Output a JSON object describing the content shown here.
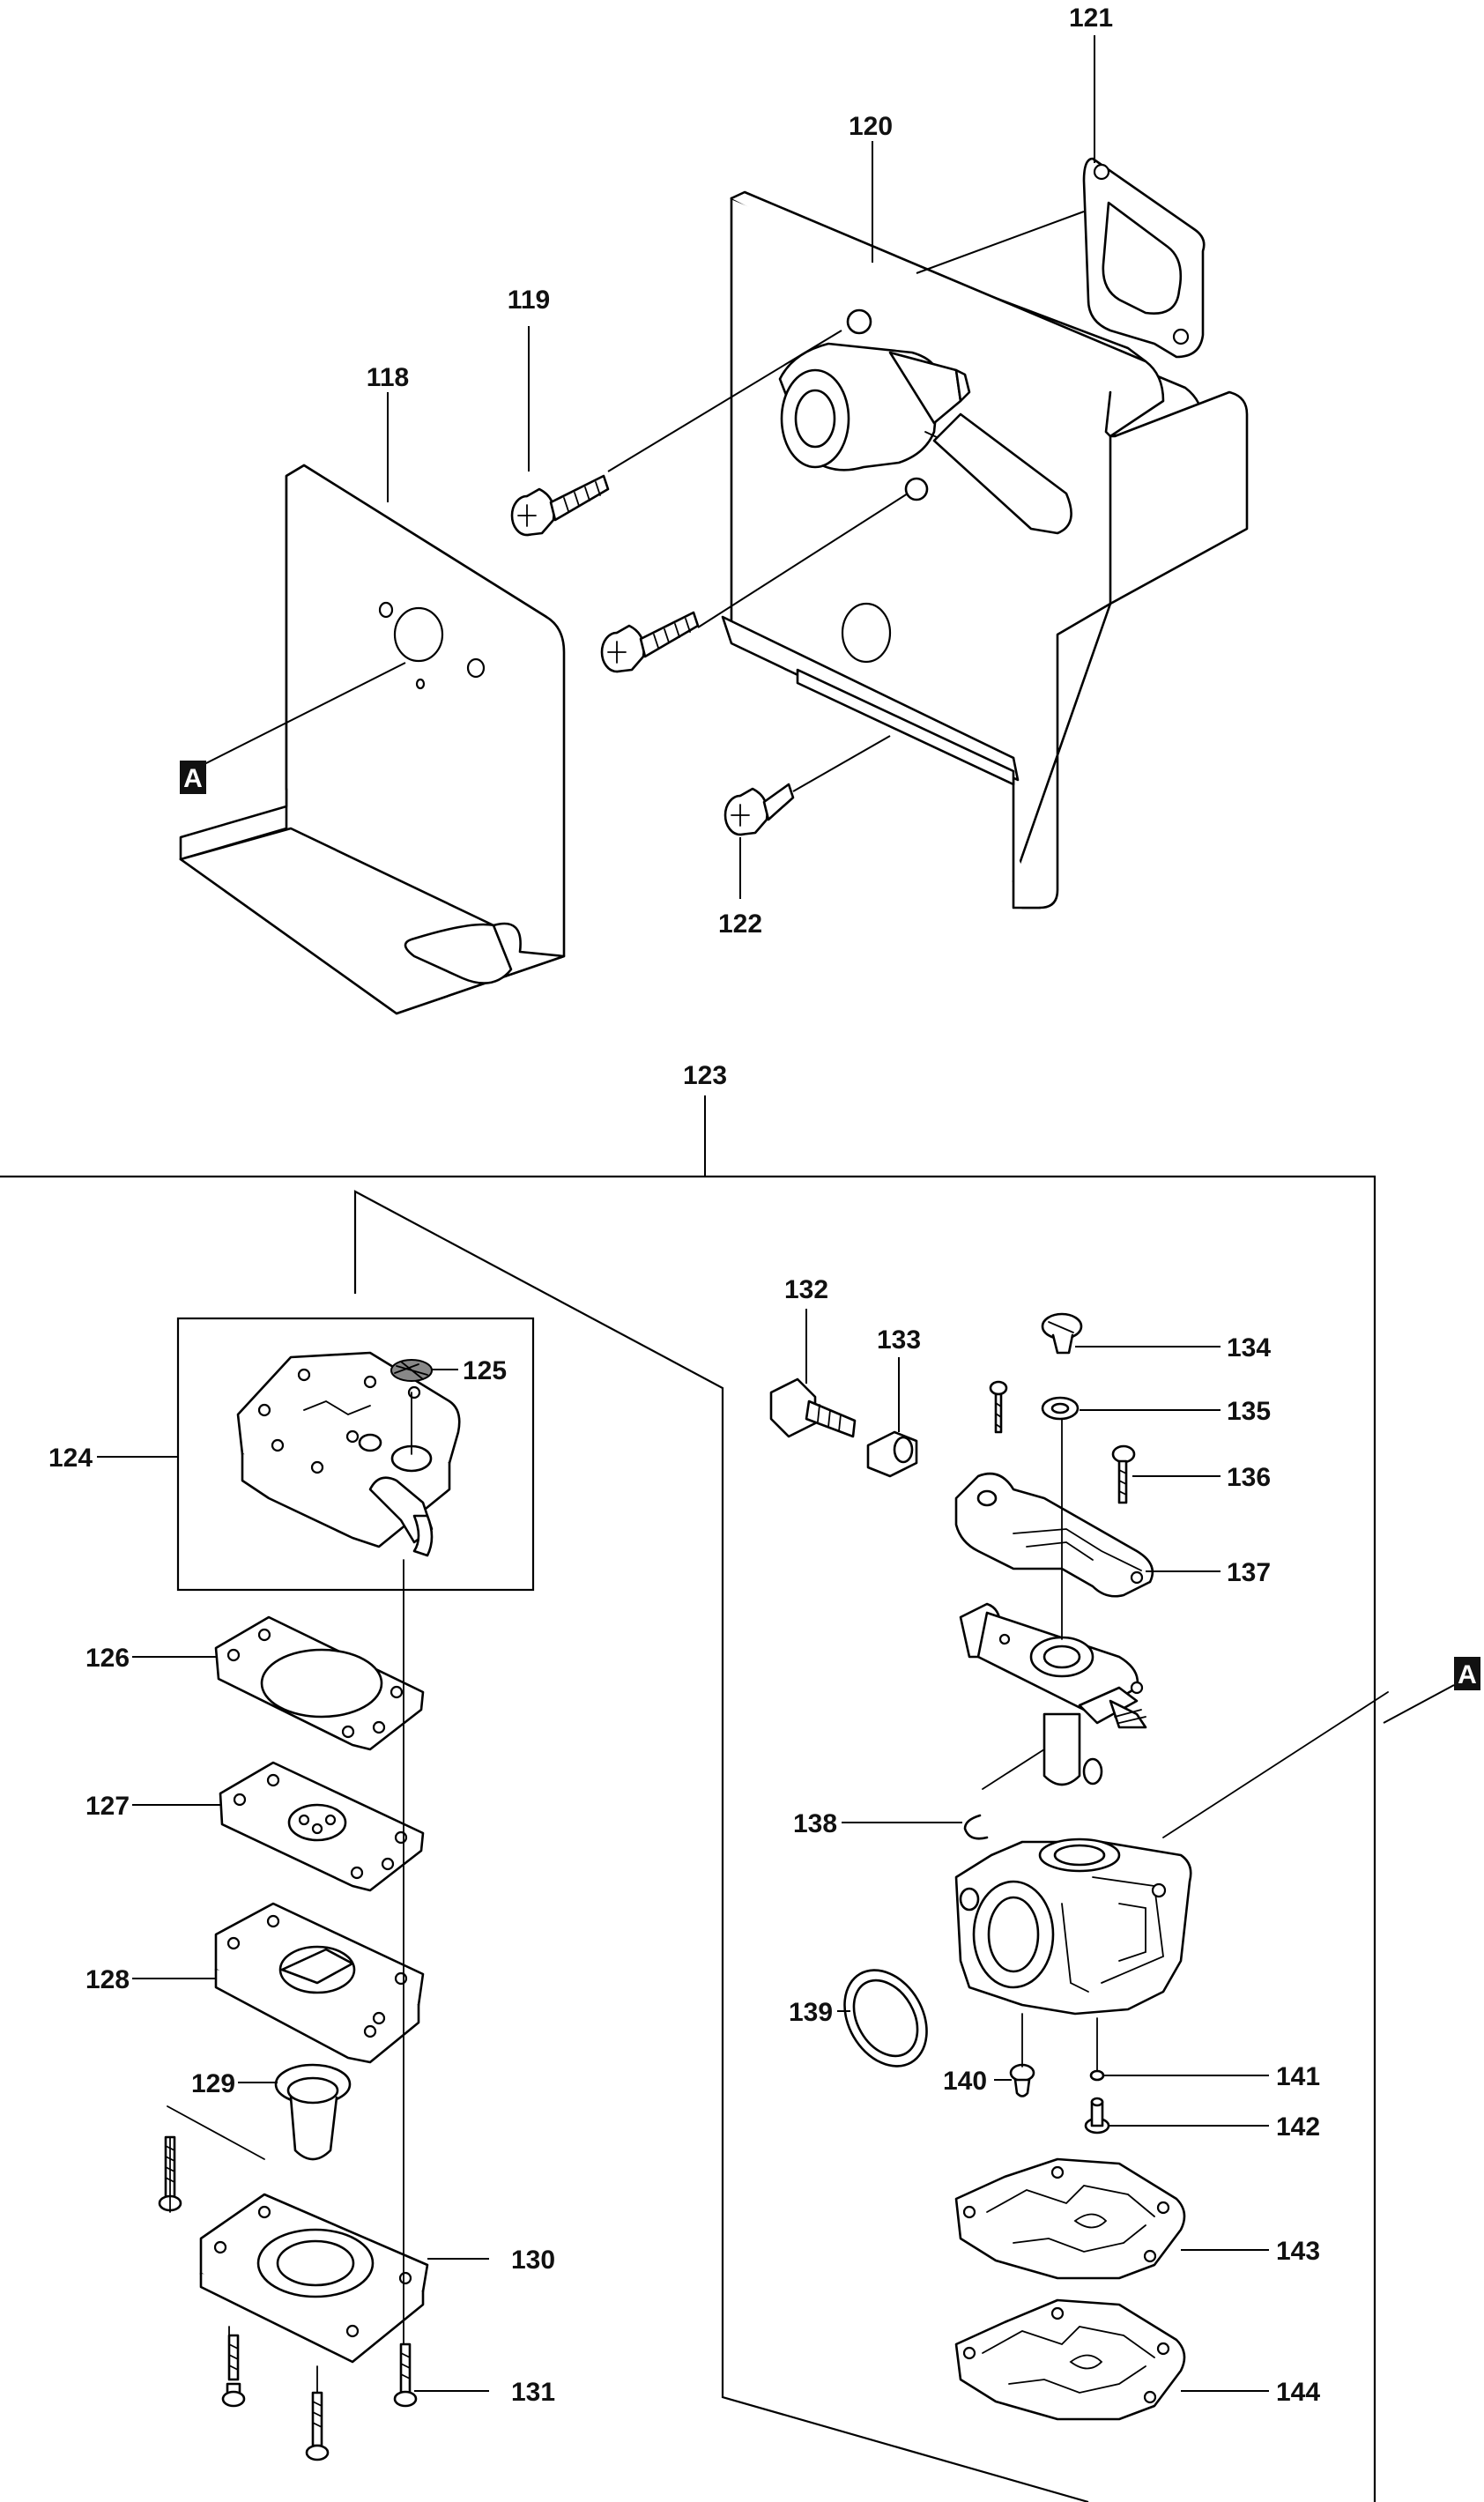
{
  "labels": {
    "p118": "118",
    "p119": "119",
    "p120": "120",
    "p121": "121",
    "p122": "122",
    "p123": "123",
    "p124": "124",
    "p125": "125",
    "p126": "126",
    "p127": "127",
    "p128": "128",
    "p129": "129",
    "p130": "130",
    "p131": "131",
    "p132": "132",
    "p133": "133",
    "p134": "134",
    "p135": "135",
    "p136": "136",
    "p137": "137",
    "p138": "138",
    "p139": "139",
    "p140": "140",
    "p141": "141",
    "p142": "142",
    "p143": "143",
    "p144": "144"
  },
  "reference_marks": {
    "left": "A",
    "right": "A"
  }
}
